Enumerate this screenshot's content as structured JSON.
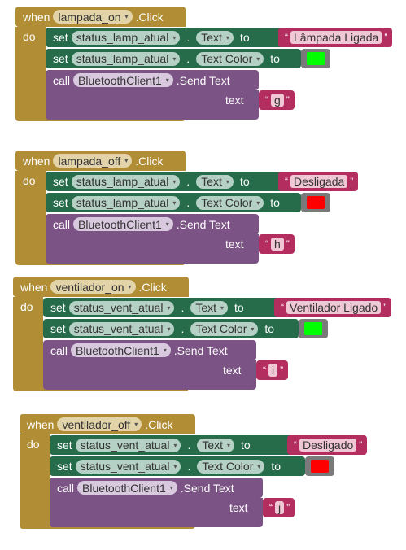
{
  "labels": {
    "when": "when",
    "do": "do",
    "set": "set",
    "to": "to",
    "dot": ".",
    "call": "call",
    "text": "text",
    "click": ".Click",
    "send": ".Send Text",
    "dq": "“",
    "dq2": "”"
  },
  "blocks": [
    {
      "event_component": "lampada_on",
      "status_component": "status_lamp_atual",
      "prop_text": "Text",
      "prop_color": "Text Color",
      "text_value": "Lâmpada Ligada",
      "color": "#00ff00",
      "client": "BluetoothClient1",
      "send_value": "g"
    },
    {
      "event_component": "lampada_off",
      "status_component": "status_lamp_atual",
      "prop_text": "Text",
      "prop_color": "Text Color",
      "text_value": "Desligada",
      "color": "#ff0000",
      "client": "BluetoothClient1",
      "send_value": "h"
    },
    {
      "event_component": "ventilador_on",
      "status_component": "status_vent_atual",
      "prop_text": "Text",
      "prop_color": "Text Color",
      "text_value": "Ventilador Ligado",
      "color": "#00ff00",
      "client": "BluetoothClient1",
      "send_value": "i"
    },
    {
      "event_component": "ventilador_off",
      "status_component": "status_vent_atual",
      "prop_text": "Text",
      "prop_color": "Text Color",
      "text_value": "Desligado",
      "color": "#ff0000",
      "client": "BluetoothClient1",
      "send_value": "j"
    }
  ]
}
